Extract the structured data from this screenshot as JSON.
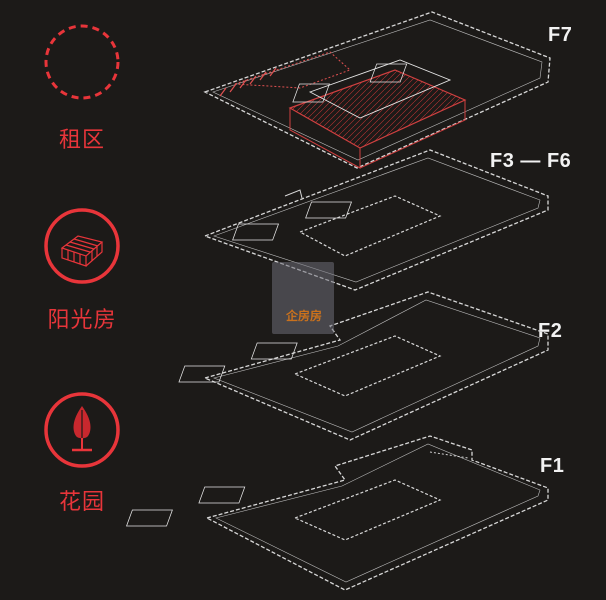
{
  "legend": [
    {
      "label": "租区",
      "icon": "dashed-circle-icon"
    },
    {
      "label": "阳光房",
      "icon": "sunroom-icon"
    },
    {
      "label": "花园",
      "icon": "garden-tree-icon"
    }
  ],
  "floors": [
    {
      "label": "F7"
    },
    {
      "label": "F3 — F6"
    },
    {
      "label": "F2"
    },
    {
      "label": "F1"
    }
  ],
  "watermark": {
    "text": "企房房"
  },
  "colors": {
    "background": "#1c1a18",
    "accent_red": "#e8353a",
    "line_white": "#d8d8d8",
    "line_red": "#c23a3a"
  }
}
